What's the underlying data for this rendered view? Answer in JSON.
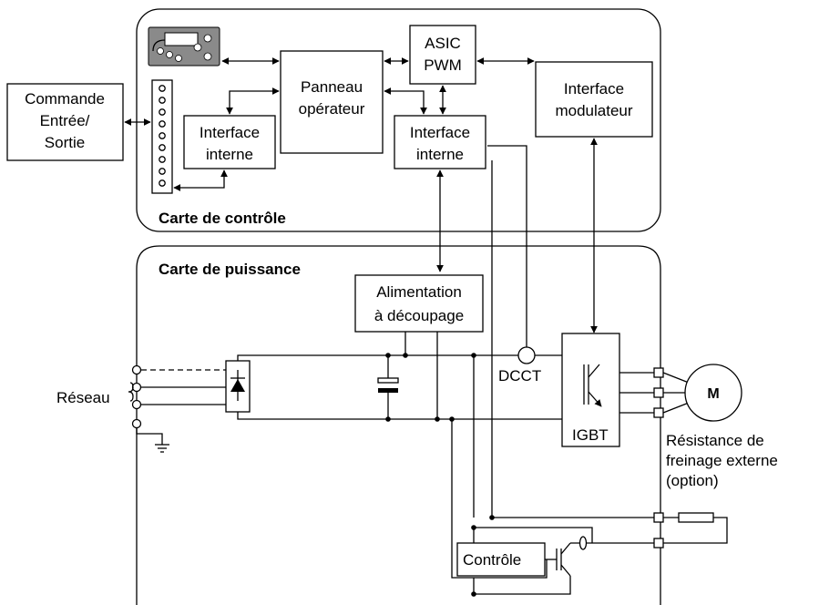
{
  "control_board": {
    "label": "Carte de contrôle"
  },
  "power_board": {
    "label": "Carte de puissance"
  },
  "io_command": {
    "line1": "Commande",
    "line2": "Entrée/",
    "line3": "Sortie"
  },
  "operator_panel": {
    "line1": "Panneau",
    "line2": "opérateur"
  },
  "internal_interface_left": {
    "line1": "Interface",
    "line2": "interne"
  },
  "internal_interface_right": {
    "line1": "Interface",
    "line2": "interne"
  },
  "asic": {
    "line1": "ASIC",
    "line2": "PWM"
  },
  "modulator_interface": {
    "line1": "Interface",
    "line2": "modulateur"
  },
  "power_supply": {
    "line1": "Alimentation",
    "line2": "à découpage"
  },
  "dcct": {
    "label": "DCCT"
  },
  "igbt": {
    "label": "IGBT"
  },
  "motor": {
    "label": "M"
  },
  "network": {
    "label": "Réseau"
  },
  "brake": {
    "line1": "Résistance de",
    "line2": "freinage externe",
    "line3": "(option)"
  },
  "control": {
    "label": "Contrôle"
  }
}
